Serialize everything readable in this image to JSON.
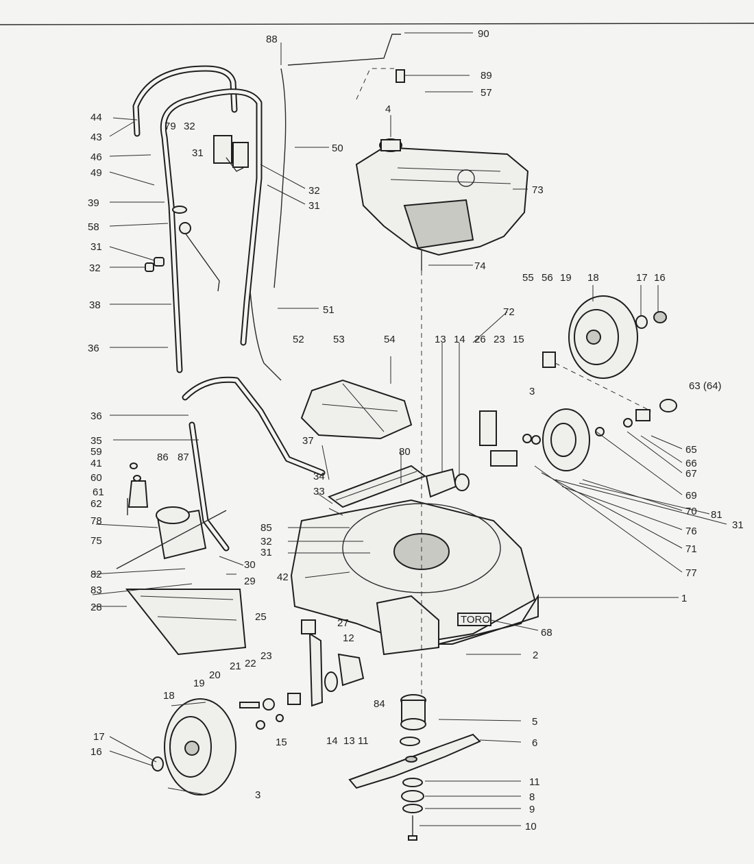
{
  "labels": {
    "l90": "90",
    "l88": "88",
    "l89": "89",
    "l57": "57",
    "l4": "4",
    "l44": "44",
    "l43": "43",
    "l79": "79",
    "l32a": "32",
    "l46": "46",
    "l31a": "31",
    "l50": "50",
    "l49": "49",
    "l32b": "32",
    "l39": "39",
    "l31b": "31",
    "l73": "73",
    "l58": "58",
    "l31c": "31",
    "l32c": "32",
    "l74": "74",
    "l38": "38",
    "l51": "51",
    "l55": "55",
    "l56": "56",
    "l19a": "19",
    "l18a": "18",
    "l17a": "17",
    "l16a": "16",
    "l36b": "36",
    "l52": "52",
    "l53": "53",
    "l54": "54",
    "l13a": "13",
    "l14a": "14",
    "l26": "26",
    "l23a": "23",
    "l15a": "15",
    "l63": "63 (64)",
    "l3a": "3",
    "l36a": "36",
    "l35": "35",
    "l59": "59",
    "l41": "41",
    "l60": "60",
    "l61": "61",
    "l62": "62",
    "l78": "78",
    "l86": "86",
    "l87": "87",
    "l37": "37",
    "l80": "80",
    "l34": "34",
    "l33": "33",
    "l65": "65",
    "l66": "66",
    "l67": "67",
    "l69": "69",
    "l70": "70",
    "l81": "81",
    "l31f": "31",
    "l76": "76",
    "l71": "71",
    "l77": "77",
    "l75": "75",
    "l85": "85",
    "l32d": "32",
    "l31d": "31",
    "l72": "72",
    "l82": "82",
    "l30": "30",
    "l42": "42",
    "l83": "83",
    "l29": "29",
    "l28": "28",
    "l25": "25",
    "l27": "27",
    "l1": "1",
    "l68": "68",
    "l12": "12",
    "l2": "2",
    "l23b": "23",
    "l22": "22",
    "l21": "21",
    "l20": "20",
    "l19b": "19",
    "l18b": "18",
    "l84": "84",
    "l5": "5",
    "l6": "6",
    "l17b": "17",
    "l16b": "16",
    "l15b": "15",
    "l14b": "14",
    "l13b": "13",
    "l11a": "11",
    "l3b": "3",
    "l11b": "11",
    "l8": "8",
    "l9": "9",
    "l10": "10"
  },
  "deck_badge": "TORO",
  "colors": {
    "ink": "#1e1e1e",
    "paper": "#f4f4f2"
  }
}
